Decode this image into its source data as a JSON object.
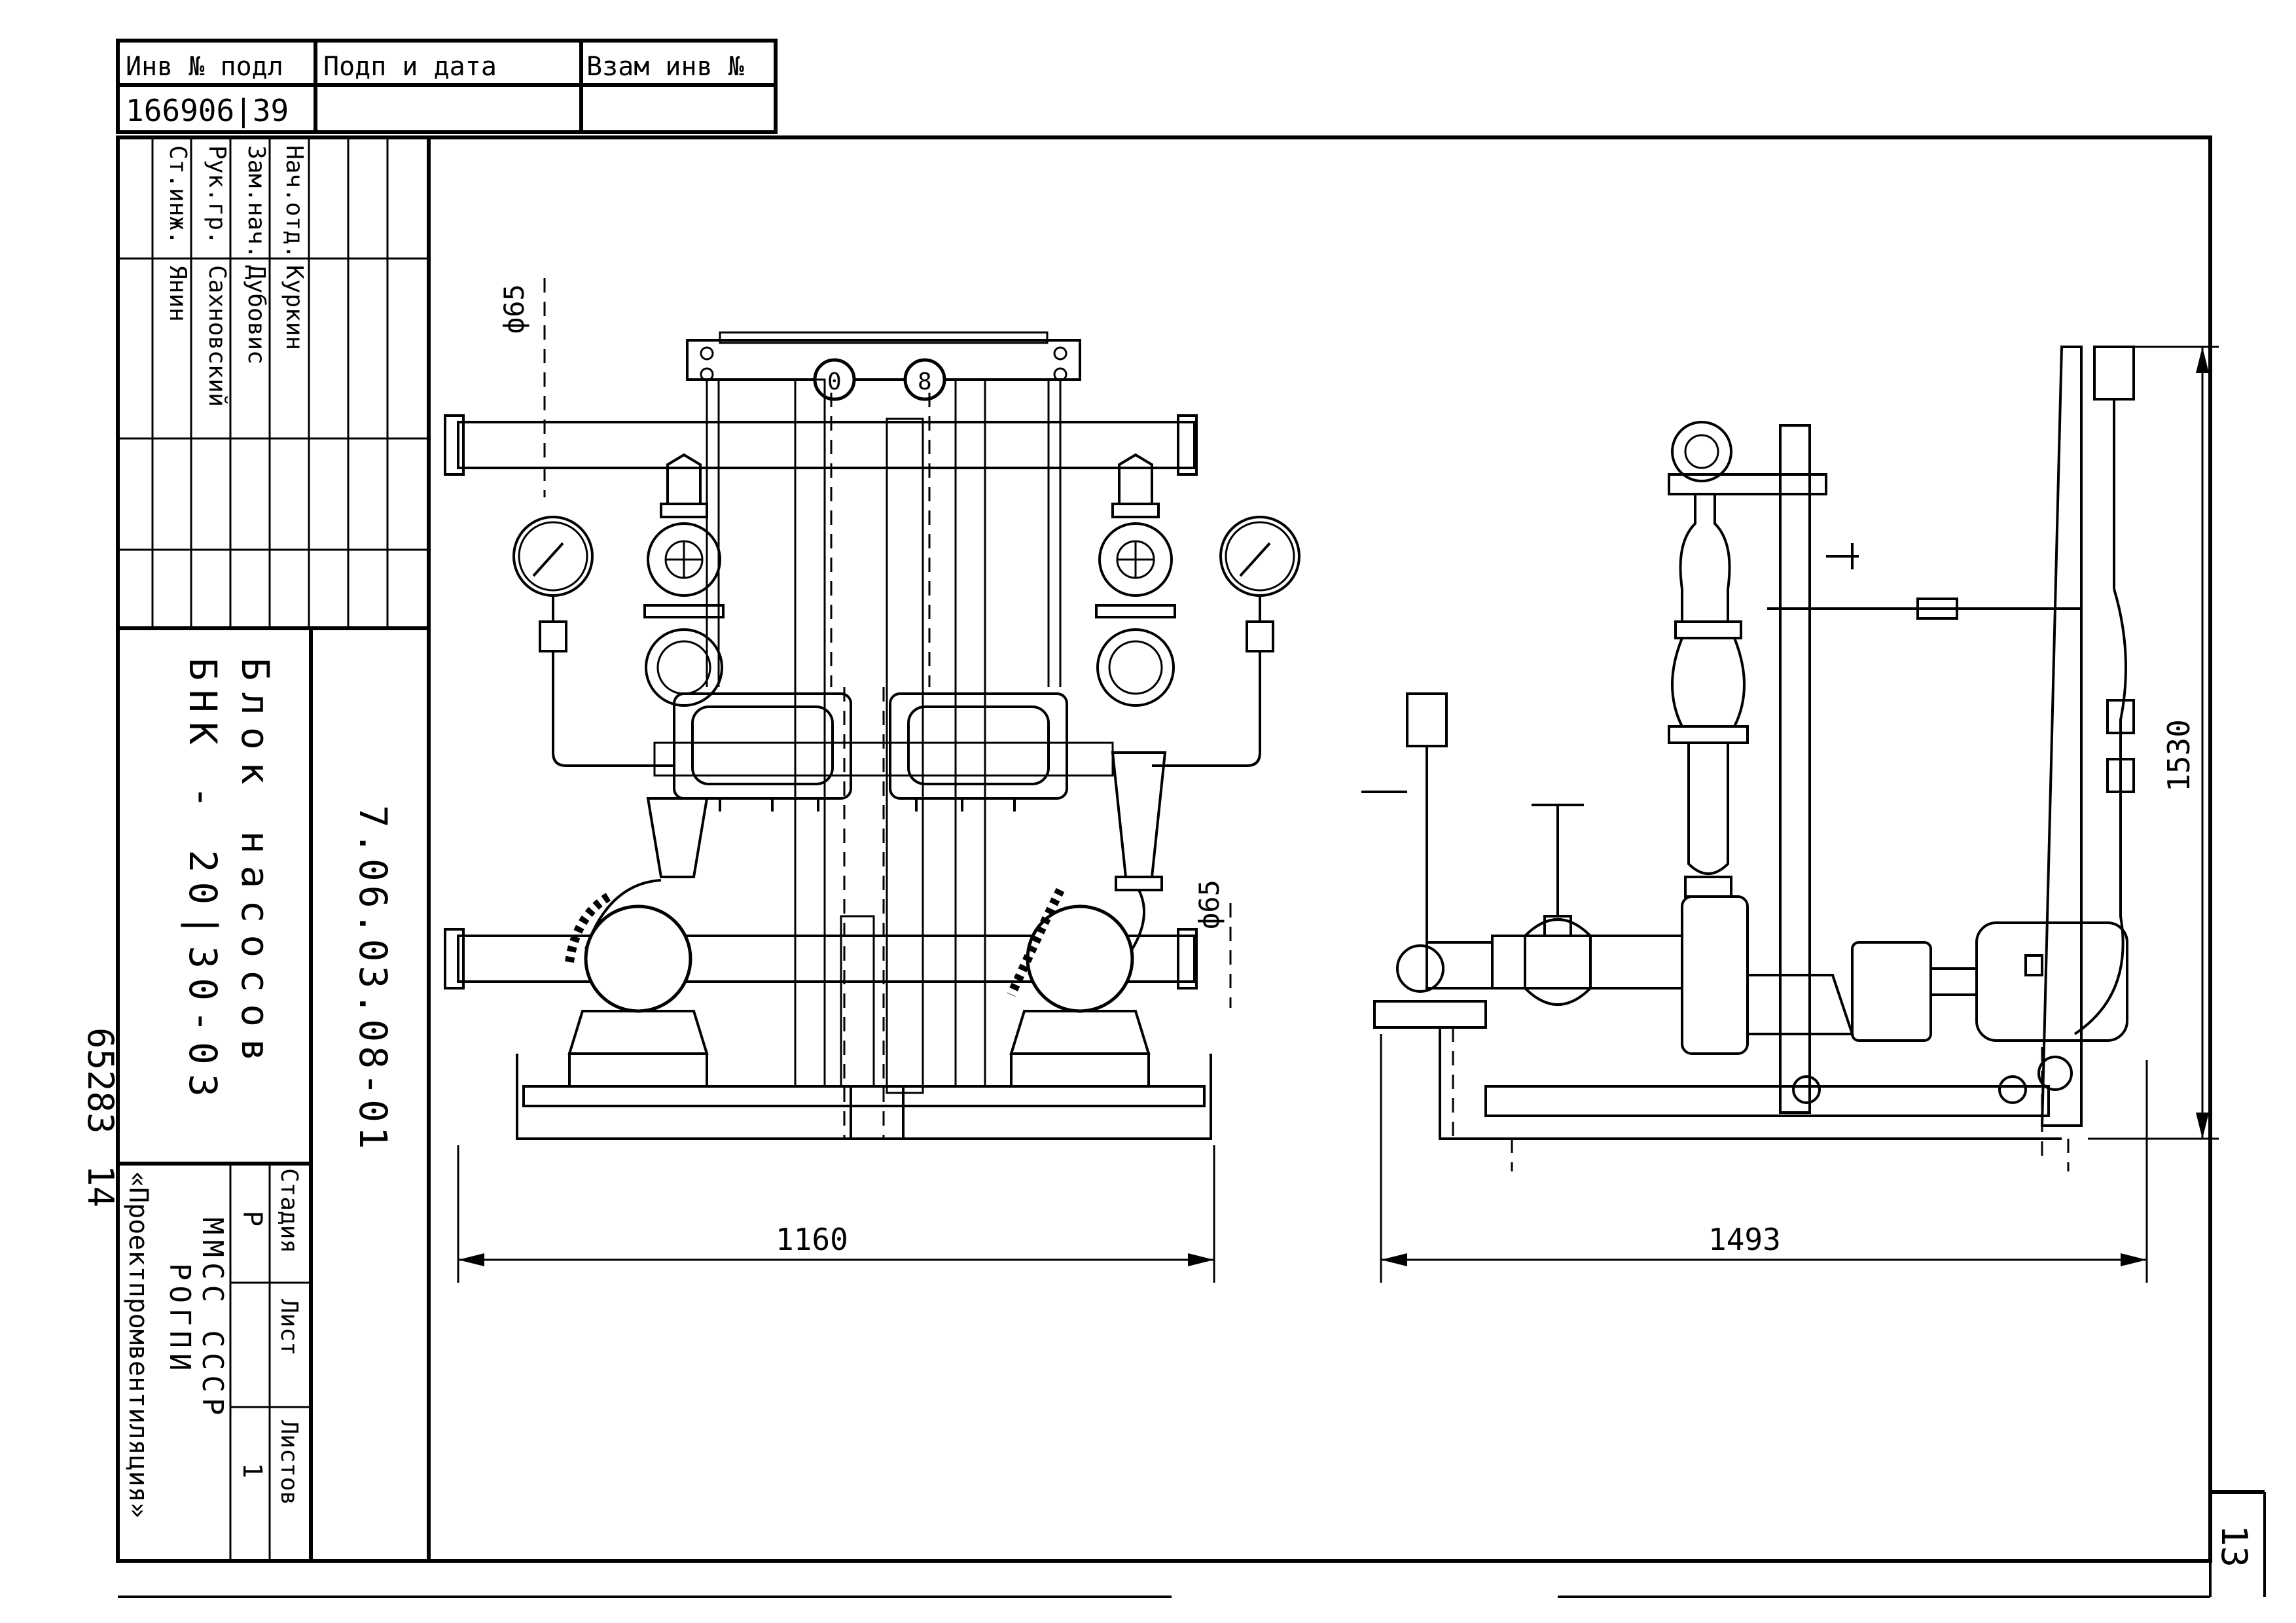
{
  "top_stamp": {
    "headers": [
      "Инв № подл",
      "Подп и дата",
      "Взам инв №"
    ],
    "values": [
      "166906|39",
      "",
      ""
    ]
  },
  "signatures": [
    {
      "role": "Нач.отд.",
      "name": "Куркин"
    },
    {
      "role": "Зам.нач.",
      "name": "Дубовис"
    },
    {
      "role": "Рук.гр.",
      "name": "Сахновский"
    },
    {
      "role": "Ст.инж.",
      "name": "Янин"
    }
  ],
  "title_block": {
    "title_line1": "Блок насосов",
    "title_line2": "БНК - 20|30-03",
    "doc_number": "7.06.03.08-01",
    "stage_label": "Стадия",
    "stage_value": "Р",
    "sheet_label": "Лист",
    "sheet_value": "",
    "sheets_label": "Листов",
    "sheets_value": "1",
    "org_line1": "ММСС СССР",
    "org_line2": "РОГПИ",
    "org_line3": "«Проектпромвентиляция»"
  },
  "side_marks": {
    "number": "65283",
    "sub": "14"
  },
  "page_number": "13",
  "dimensions": {
    "front_width": "1160",
    "side_width": "1493",
    "height": "1530",
    "diam_top": "ф65",
    "diam_bottom": "ф65"
  },
  "gauge_labels": [
    "0",
    "8"
  ]
}
